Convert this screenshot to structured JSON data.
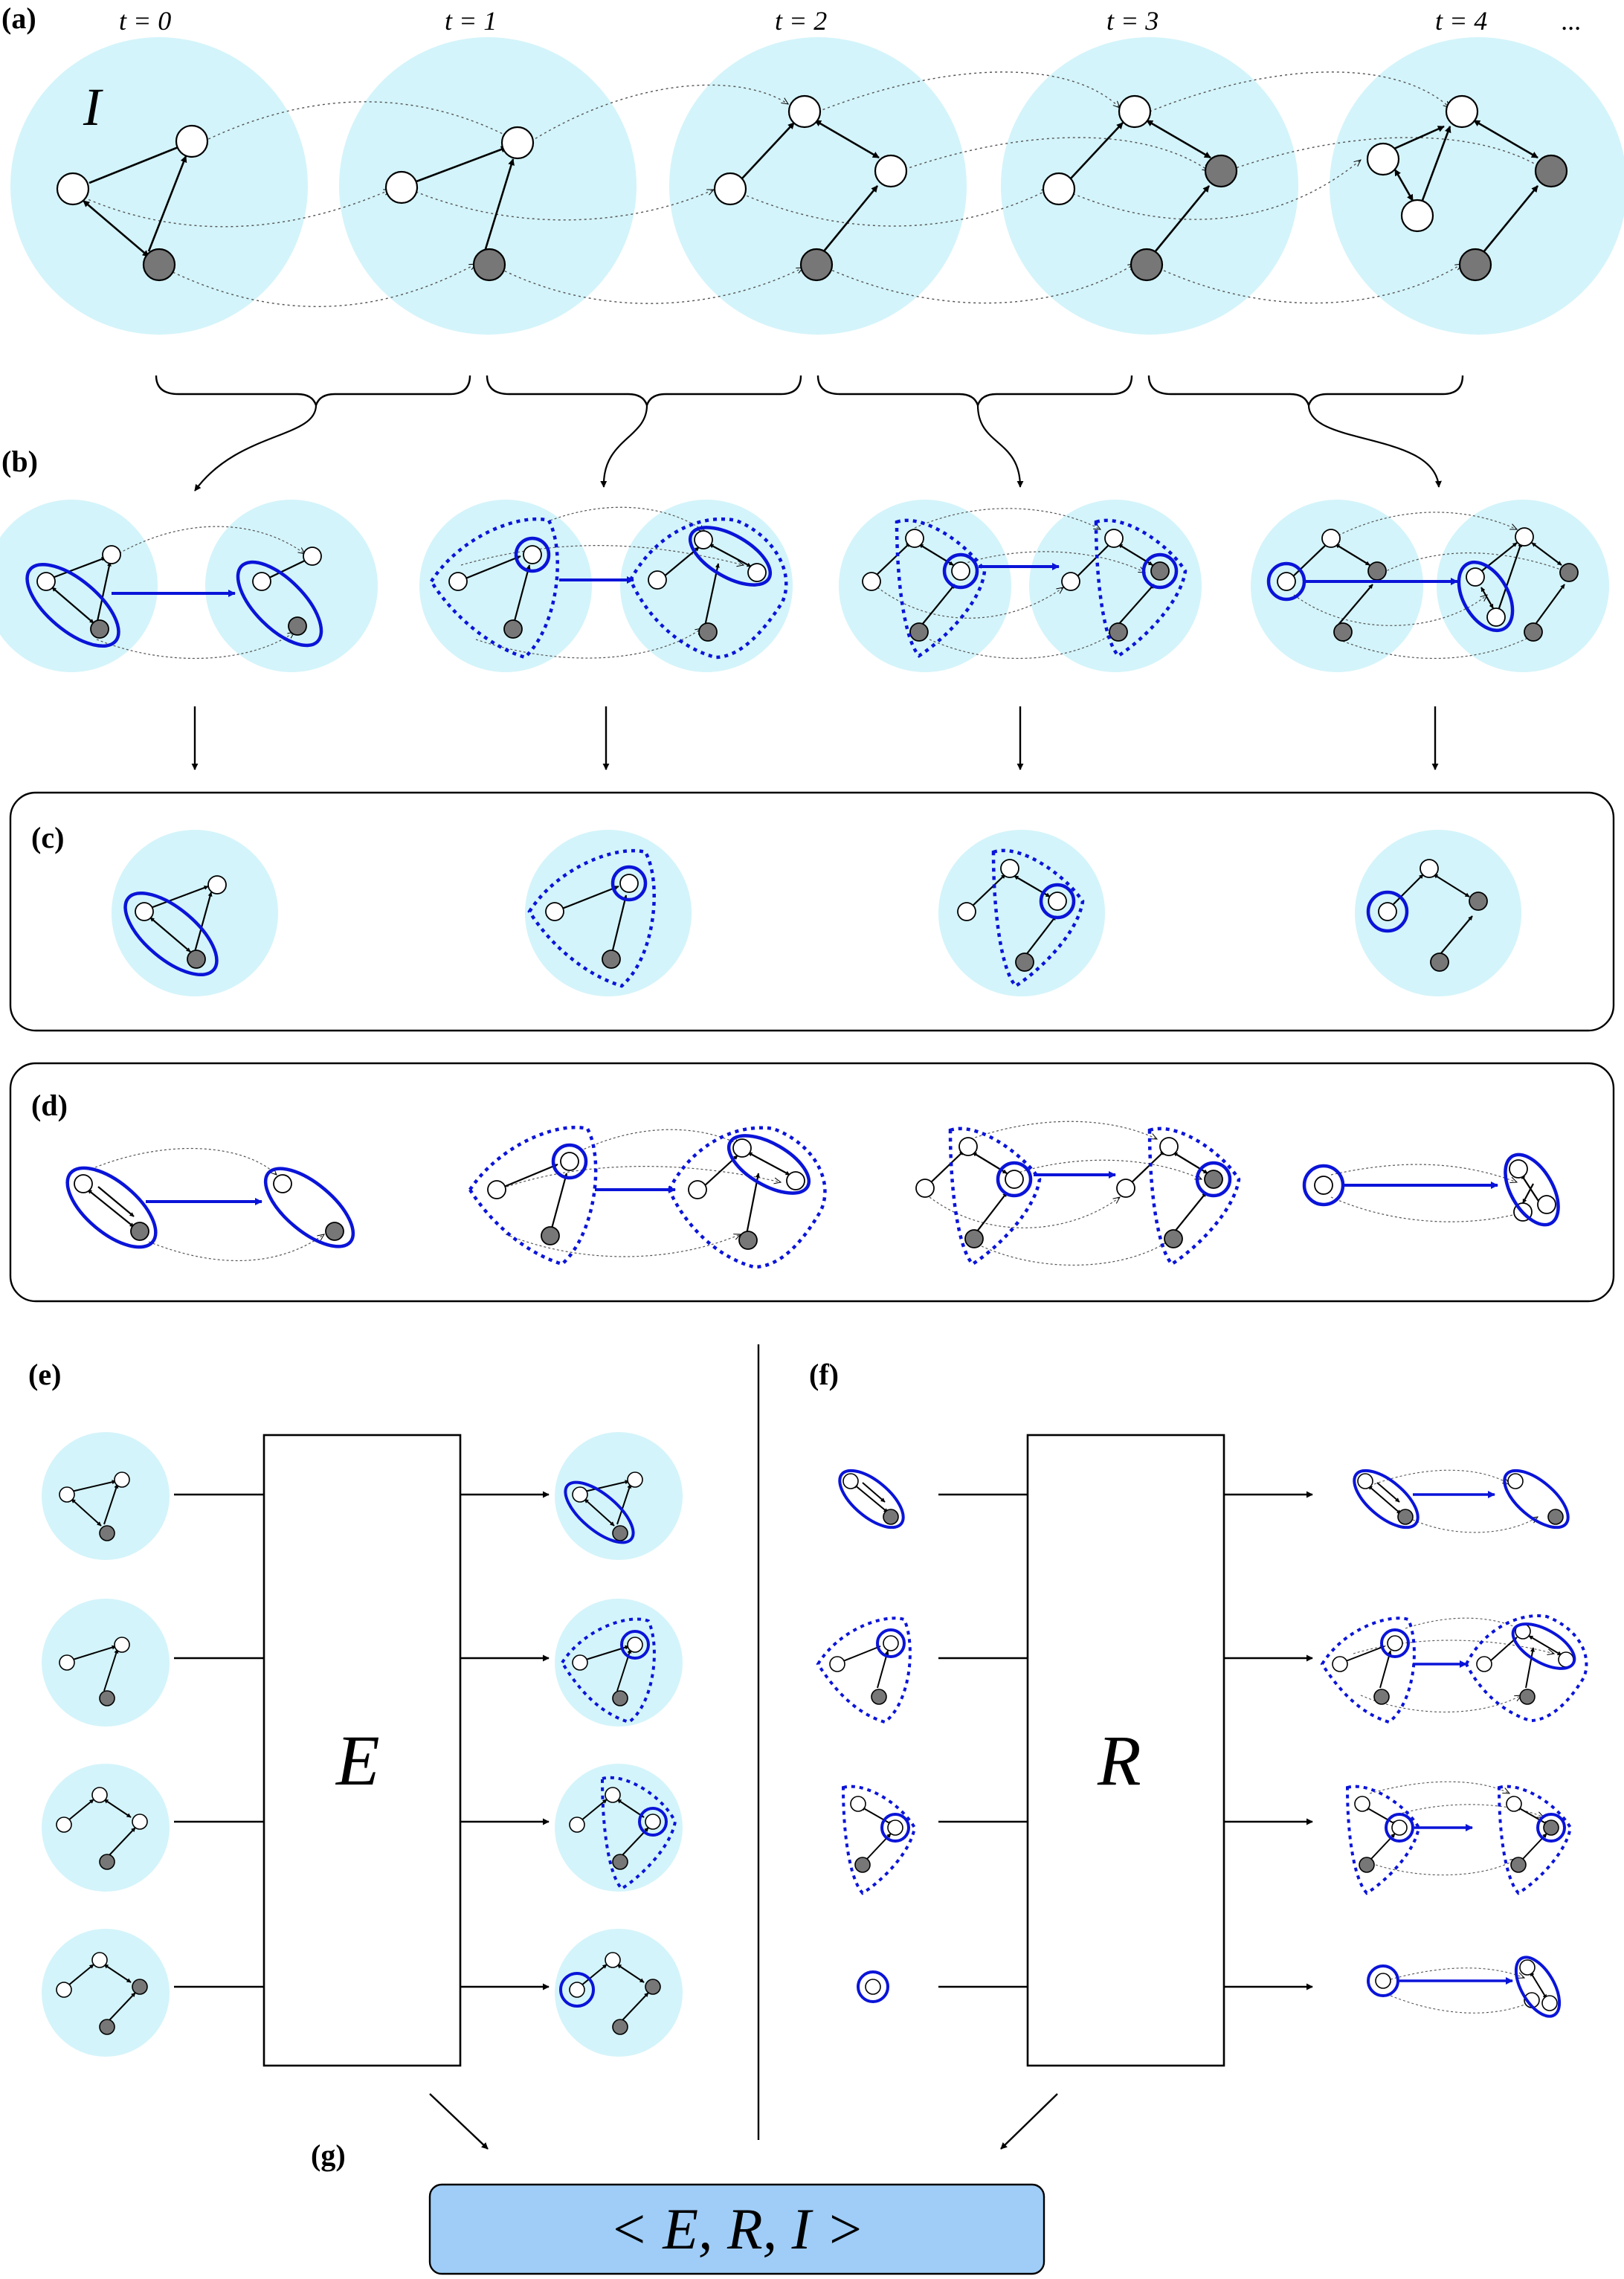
{
  "panels": {
    "a": "(a)",
    "b": "(b)",
    "c": "(c)",
    "d": "(d)",
    "e": "(e)",
    "f": "(f)",
    "g": "(g)"
  },
  "time_labels": [
    "t = 0",
    "t = 1",
    "t = 2",
    "t = 3",
    "t = 4"
  ],
  "ellipsis": "...",
  "input_label": "I",
  "evolution_operator": "E",
  "replication_operator": "R",
  "tuple": "< E, R, I >",
  "colors": {
    "cell_fill": "#d3f4fa",
    "highlight": "#0a14d8",
    "node_dark": "#777777",
    "node_light": "#ffffff",
    "tuple_fill": "#9fcdf7"
  }
}
